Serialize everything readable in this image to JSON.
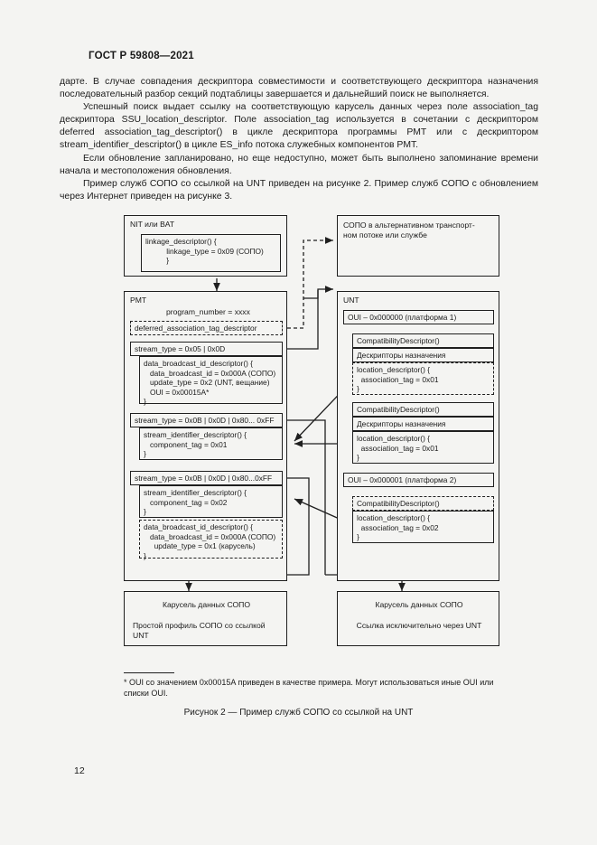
{
  "header": {
    "standard": "ГОСТ Р 59808—2021"
  },
  "page_number": "12",
  "body_paragraphs": [
    "дарте. В случае совпадения дескриптора совместимости и соответствующего дескриптора назначения последовательный разбор секций подтаблицы завершается и дальнейший поиск не выполняется.",
    "Успешный поиск выдает ссылку на соответствующую карусель данных через поле association_tag дескриптора SSU_location_descriptor. Поле association_tag используется в сочетании с дескриптором deferred association_tag_descriptor() в цикле дескриптора программы PMT или с дескриптором stream_identifier_descriptor() в цикле ES_info потока служебных компонентов PMT.",
    "Если обновление запланировано, но еще недоступно, может быть выполнено запоминание времени начала и местоположения обновления.",
    "Пример служб СОПО со ссылкой на UNT приведен на рисунке 2. Пример служб СОПО с обновлением через Интернет приведен на рисунке 3."
  ],
  "figure": {
    "nit_bat": {
      "title": "NIT или BAT",
      "linkage_descriptor": "linkage_descriptor() {\n          linkage_type = 0x09 (СОПО)\n          }"
    },
    "sopo_alt": {
      "text": "СОПО в альтернативном транспорт-\nном потоке или службе"
    },
    "pmt": {
      "title": "PMT",
      "program_number": "program_number = xxxx",
      "deferred": "deferred_association_tag_descriptor",
      "stream1_type": "stream_type = 0x05 | 0x0D",
      "stream1_body": "data_broadcast_id_descriptor() {\n   data_broadcast_id = 0x000A (СОПО)\n   update_type = 0x2 (UNT, вещание)\n   OUI = 0x00015A*\n}",
      "stream2_type": "stream_type = 0x0B | 0x0D | 0x80... 0xFF",
      "stream2_body": "stream_identifier_descriptor() {\n   component_tag = 0x01\n}",
      "stream3_type": "stream_type = 0x0B | 0x0D | 0x80...0xFF",
      "stream3_body1": "stream_identifier_descriptor() {\n   component_tag = 0x02\n}",
      "stream3_body2": "data_broadcast_id_descriptor() {\n   data_broadcast_id = 0x000A (СОПО)\n     update_type = 0x1 (карусель)\n}"
    },
    "unt": {
      "title": "UNT",
      "oui1": "OUI – 0x000000 (платформа 1)",
      "block1": {
        "compat": "CompatibilityDescriptor()",
        "descr": "Дескрипторы назначения",
        "location": "location_descriptor() {\n  association_tag = 0x01\n}"
      },
      "block2": {
        "compat": "CompatibilityDescriptor()",
        "descr": "Дескрипторы назначения",
        "location": "location_descriptor() {\n  association_tag = 0x01\n}"
      },
      "oui2": "OUI – 0x000001 (платформа 2)",
      "block3": {
        "compat": "CompatibilityDescriptor()",
        "location": "location_descriptor() {\n  association_tag = 0x02\n}"
      }
    },
    "carousel_left": {
      "title": "Карусель данных СОПО",
      "text": "Простой профиль СОПО со ссылкой\nUNT"
    },
    "carousel_right": {
      "title": "Карусель данных СОПО",
      "text": "Ссылка исключительно через UNT"
    }
  },
  "footnote": "* OUI со значением 0x00015A приведен в качестве примера. Могут использоваться иные OUI или списки OUI.",
  "figure_caption": "Рисунок 2 — Пример служб СОПО со ссылкой на UNT"
}
